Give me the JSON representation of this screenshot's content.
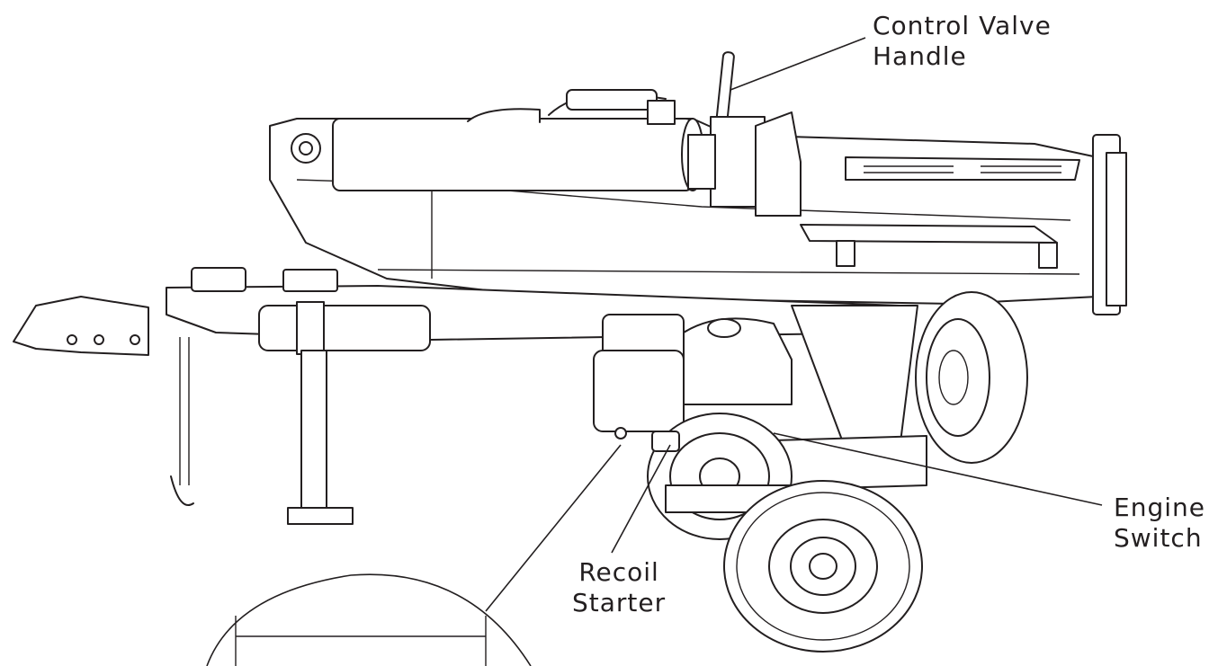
{
  "labels": {
    "control_valve": {
      "line1": "Control Valve",
      "line2": "Handle"
    },
    "engine_switch": {
      "line1": "Engine",
      "line2": "Switch"
    },
    "recoil_starter": {
      "line1": "Recoil",
      "line2": "Starter"
    }
  },
  "colors": {
    "ink": "#231f20",
    "background": "#ffffff"
  }
}
